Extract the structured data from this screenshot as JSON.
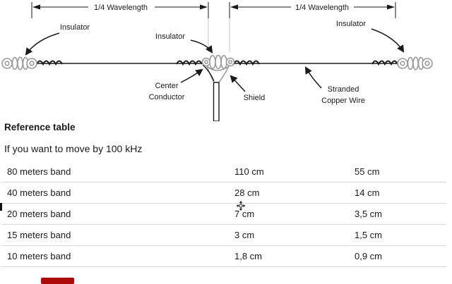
{
  "diagram": {
    "dimension_left_label": "1/4 Wavelength",
    "dimension_right_label": "1/4 Wavelength",
    "labels": {
      "insulator_left": "Insulator",
      "insulator_center": "Insulator",
      "insulator_right": "Insulator",
      "center_conductor": [
        "Center",
        "Conductor"
      ],
      "shield": "Shield",
      "stranded_copper_wire": [
        "Stranded",
        "Copper Wire"
      ]
    }
  },
  "reference": {
    "title": "Reference table",
    "subtitle": "If you want to move by 100 kHz"
  },
  "table": {
    "rows": [
      {
        "band": "80 meters band",
        "full": "110 cm",
        "half": "55 cm"
      },
      {
        "band": "40 meters band",
        "full": "28 cm",
        "half": "14 cm"
      },
      {
        "band": "20 meters band",
        "full": "7 cm",
        "half": "3,5 cm"
      },
      {
        "band": "15 meters band",
        "full": "3 cm",
        "half": "1,5 cm"
      },
      {
        "band": "10 meters band",
        "full": "1,8 cm",
        "half": "0,9 cm"
      }
    ]
  },
  "colors": {
    "ink": "#1a1a1a",
    "insulator_gray": "#9a9a9a",
    "separator": "#dadada",
    "badge_red": "#ad0a0a"
  },
  "icons": {
    "move_cursor": "move-crosshair-cursor"
  }
}
